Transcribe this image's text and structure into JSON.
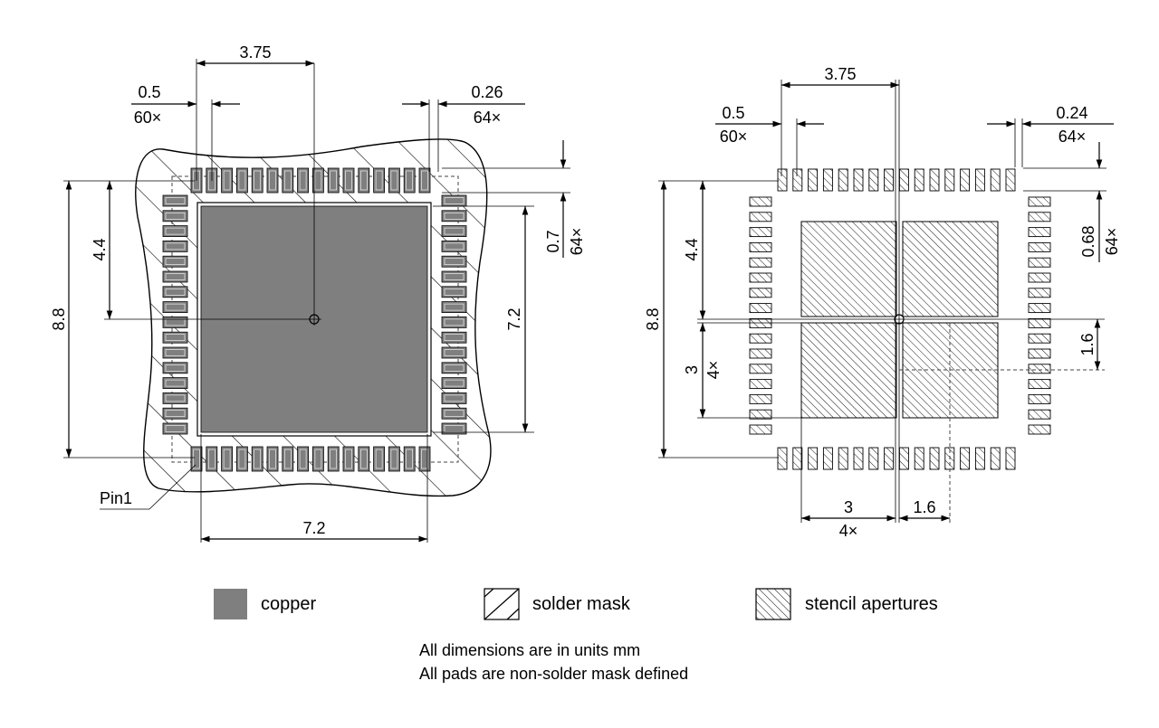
{
  "left_view": {
    "dim_width_center": "3.75",
    "pad_pitch": "0.5",
    "pad_pitch_count": "60×",
    "pad_width": "0.26",
    "pad_width_count": "64×",
    "pad_length": "0.7",
    "pad_length_count": "64×",
    "overall": "8.8",
    "half": "4.4",
    "pad_span": "7.2",
    "bottom_span": "7.2",
    "pin1_label": "Pin1"
  },
  "right_view": {
    "dim_width_center": "3.75",
    "pad_pitch": "0.5",
    "pad_pitch_count": "60×",
    "aperture_width": "0.24",
    "aperture_width_count": "64×",
    "aperture_length": "0.68",
    "aperture_length_count": "64×",
    "overall": "8.8",
    "half": "4.4",
    "stencil_size": "3",
    "stencil_count": "4×",
    "stencil_gap": "1.6",
    "bottom_size": "3",
    "bottom_count": "4×",
    "bottom_gap": "1.6"
  },
  "legend": {
    "copper": "copper",
    "solder_mask": "solder mask",
    "stencil": "stencil apertures",
    "colors": {
      "copper": "#7f7f7f",
      "ink": "#000000"
    }
  },
  "notes": {
    "line1": "All dimensions are in units mm",
    "line2": "All pads are non-solder mask defined"
  }
}
